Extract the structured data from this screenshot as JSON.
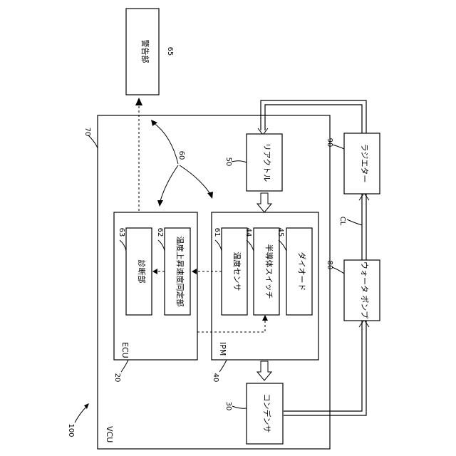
{
  "labels": {
    "warning": "警告部",
    "reactor": "リアクトル",
    "radiator": "ラジエター",
    "diagnosis": "診断部",
    "temp_rise": "温度上昇速度同定部",
    "temp_sensor": "温度センサ",
    "semiconductor": "半導体スイッチ",
    "diode": "ダイオード",
    "water_pump": "ウォータ ポンプ",
    "condenser": "コンデンサ",
    "ecu": "ECU",
    "ipm": "IPM",
    "vcu": "VCU",
    "coolant": "CL"
  },
  "refs": {
    "r65": "65",
    "r70": "70",
    "r60": "60",
    "r50": "50",
    "r90": "90",
    "r63": "63",
    "r62": "62",
    "r61": "61",
    "r44": "44",
    "r45": "45",
    "r80": "80",
    "r20": "20",
    "r40": "40",
    "r30": "30",
    "r100": "100"
  }
}
